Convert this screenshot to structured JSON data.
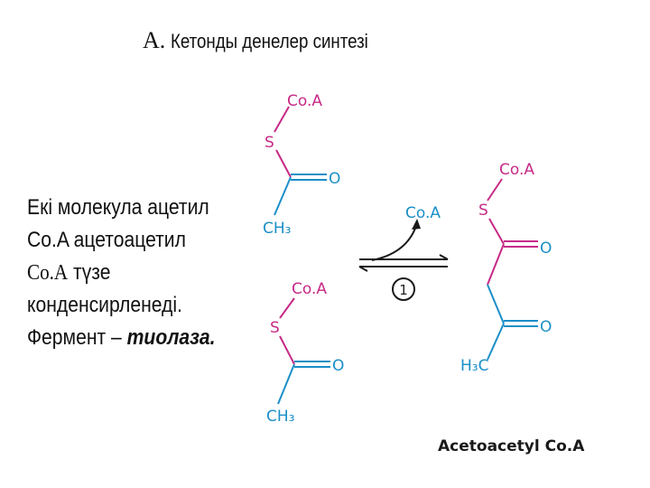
{
  "title": {
    "letter": "A.",
    "text": "Кетонды денелер синтезі"
  },
  "body_text": {
    "line1": "Екі молекула ацетил",
    "line2": "Co.A ацетоацетил",
    "line3_prefix": "Co.A",
    "line3_suffix": " түзе",
    "line4": "конденсирленеді.",
    "line5_prefix": "Фермент – ",
    "line5_enzyme": "тиолаза."
  },
  "reaction": {
    "reactant1": {
      "coa": "Co.A",
      "s": "S",
      "o": "O",
      "ch3": "CH₃"
    },
    "reactant2": {
      "coa": "Co.A",
      "s": "S",
      "o": "O",
      "ch3": "CH₃"
    },
    "released": "Co.A",
    "step_number": "1",
    "product": {
      "coa": "Co.A",
      "s": "S",
      "o1": "O",
      "o2": "O",
      "h3c": "H₃C",
      "name": "Acetoacetyl Co.A"
    }
  },
  "colors": {
    "sulfur_coa": "#c62a86",
    "oxygen_carbon": "#1b8fc7",
    "arrow": "#1a1a1a"
  }
}
